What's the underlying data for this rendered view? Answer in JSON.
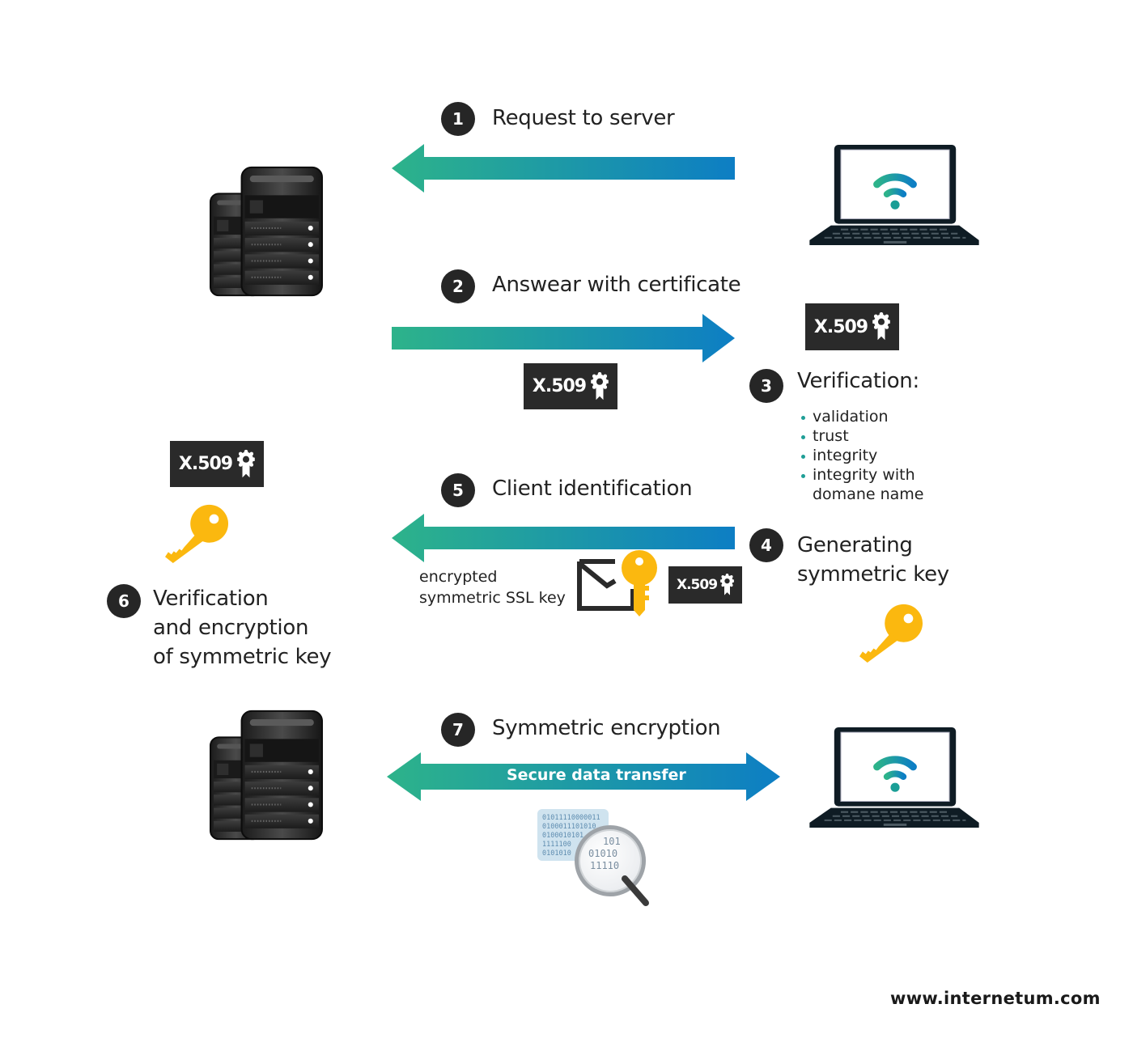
{
  "colors": {
    "gradient_start": "#2db38a",
    "gradient_end": "#0d7ec4",
    "badge_bg": "#262626",
    "cert_bg": "#2a2a2a",
    "key": "#fbb80f",
    "bullet": "#1f9e96"
  },
  "steps": [
    {
      "number": "1",
      "title": "Request to server",
      "direction": "client-to-server"
    },
    {
      "number": "2",
      "title": "Answear with certificate",
      "direction": "server-to-client"
    },
    {
      "number": "3",
      "title": "Verification:",
      "bullets": [
        "validation",
        "trust",
        "integrity",
        "integrity with",
        "domane name"
      ]
    },
    {
      "number": "4",
      "title": "Generating\nsymmetric key"
    },
    {
      "number": "5",
      "title": "Client identification",
      "direction": "client-to-server",
      "note": "encrypted\nsymmetric SSL key"
    },
    {
      "number": "6",
      "title": "Verification\nand encryption\nof symmetric key"
    },
    {
      "number": "7",
      "title": "Symmetric encryption",
      "direction": "bidirectional",
      "arrow_label": "Secure data transfer"
    }
  ],
  "certificate_label": "X.509",
  "binary_lines": [
    "01011110000011",
    "0100011101010",
    "0100010101",
    "1111100",
    "0101010"
  ],
  "magnified_lines": [
    "101",
    "01010",
    "11110"
  ],
  "footer": "www.internetum.com"
}
